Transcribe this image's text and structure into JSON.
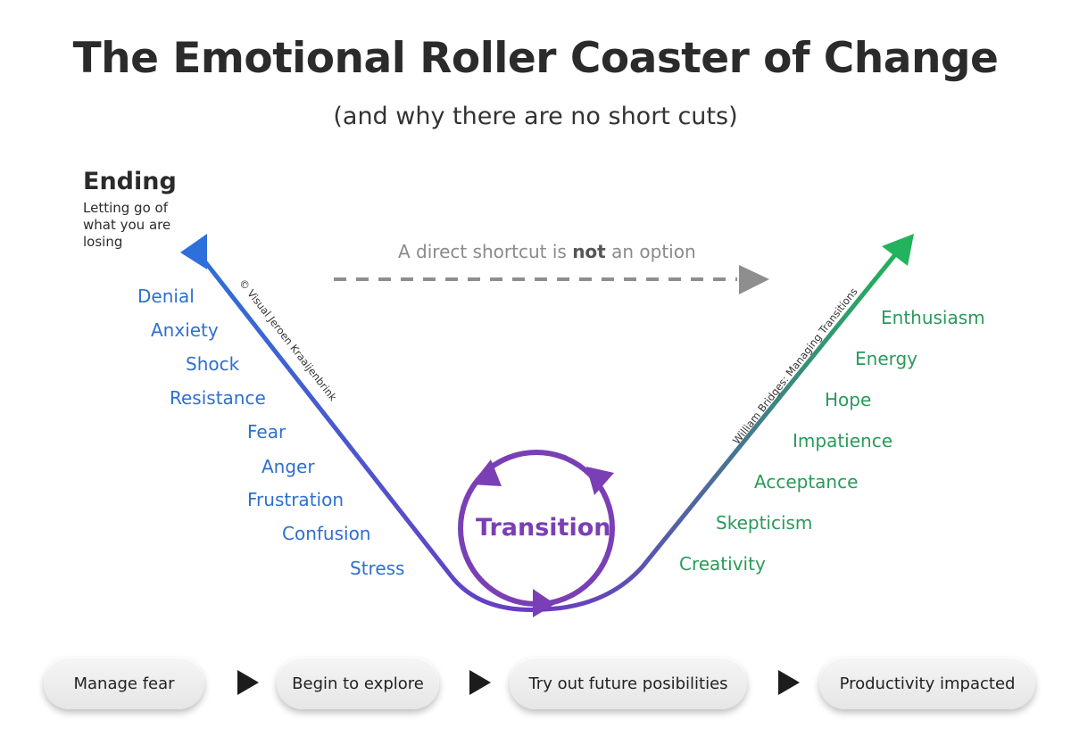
{
  "title": "The Emotional Roller Coaster of Change",
  "subtitle": "(and why there are no short cuts)",
  "ending": {
    "title": "Ending",
    "description": "Letting go of what you are losing"
  },
  "shortcut": {
    "prefix": "A direct shortcut is ",
    "emphasis": "not",
    "suffix": " an option"
  },
  "left_emotions": [
    "Denial",
    "Anxiety",
    "Shock",
    "Resistance",
    "Fear",
    "Anger",
    "Frustration",
    "Confusion",
    "Stress"
  ],
  "right_emotions": [
    "Enthusiasm",
    "Energy",
    "Hope",
    "Impatience",
    "Acceptance",
    "Skepticism",
    "Creativity"
  ],
  "transition_label": "Transition",
  "credits": {
    "left": "© Visual Jeroen Kraaijenbrink",
    "right": "William Bridges: Managing Transitions"
  },
  "steps": [
    "Manage fear",
    "Begin to explore",
    "Try out future posibilities",
    "Productivity impacted"
  ],
  "colors": {
    "blue": "#2f6fd0",
    "purple": "#7a3fb5",
    "green": "#2a9a5a",
    "gray": "#8a8a8a"
  }
}
